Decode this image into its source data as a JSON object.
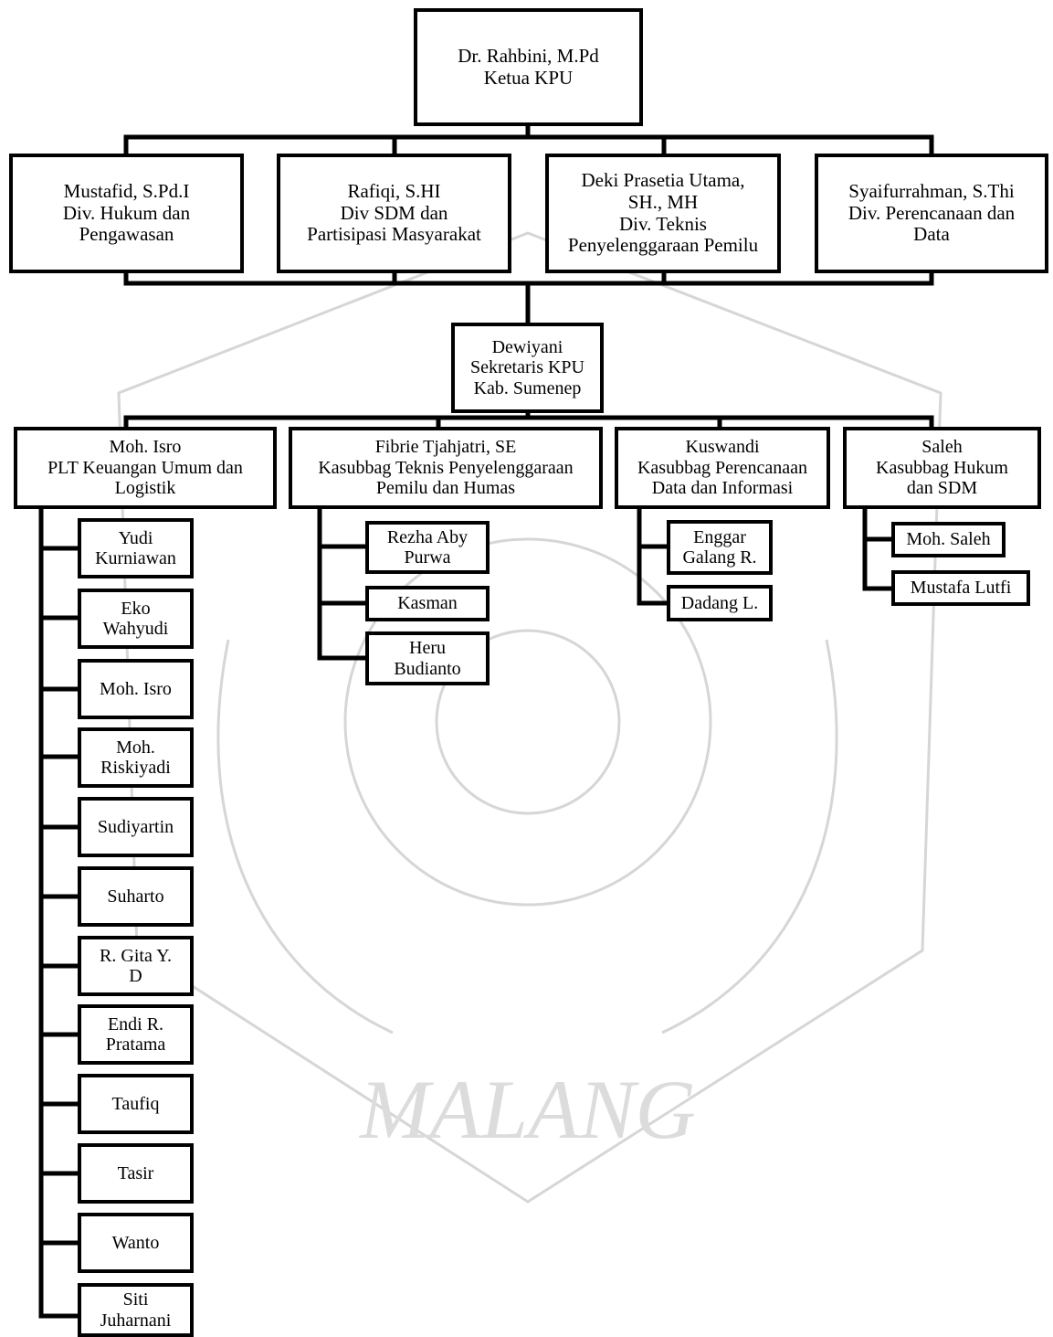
{
  "watermark": {
    "text": "MALANG"
  },
  "chairman": {
    "text": "Dr. Rahbini, M.Pd\nKetua KPU"
  },
  "divisions": [
    {
      "text": "Mustafid, S.Pd.I\nDiv. Hukum dan\nPengawasan"
    },
    {
      "text": "Rafiqi, S.HI\nDiv SDM dan\nPartisipasi Masyarakat"
    },
    {
      "text": "Deki Prasetia Utama,\nSH., MH\nDiv. Teknis\nPenyelenggaraan Pemilu"
    },
    {
      "text": "Syaifurrahman, S.Thi\nDiv. Perencanaan dan\nData"
    }
  ],
  "secretary": {
    "text": "Dewiyani\nSekretaris KPU\nKab. Sumenep"
  },
  "sections": [
    {
      "text": "Moh. Isro\nPLT Keuangan Umum dan\nLogistik"
    },
    {
      "text": "Fibrie Tjahjatri, SE\nKasubbag Teknis Penyelenggaraan\nPemilu dan Humas"
    },
    {
      "text": "Kuswandi\nKasubbag Perencanaan\nData dan Informasi"
    },
    {
      "text": "Saleh\nKasubbag Hukum\ndan SDM"
    }
  ],
  "staff_keuangan": [
    "Yudi\nKurniawan",
    "Eko\nWahyudi",
    "Moh. Isro",
    "Moh.\nRiskiyadi",
    "Sudiyartin",
    "Suharto",
    "R. Gita Y.\nD",
    "Endi R.\nPratama",
    "Taufiq",
    "Tasir",
    "Wanto",
    "Siti\nJuharnani"
  ],
  "staff_teknis": [
    "Rezha Aby\nPurwa",
    "Kasman",
    "Heru\nBudianto"
  ],
  "staff_perencanaan": [
    "Enggar\nGalang R.",
    "Dadang L."
  ],
  "staff_hukum": [
    "Moh. Saleh",
    "Mustafa Lutfi"
  ]
}
